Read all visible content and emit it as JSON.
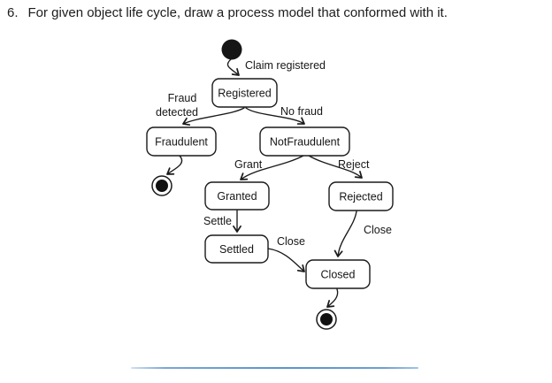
{
  "title": {
    "number": "6.",
    "text": "For given object life cycle, draw a process model that conformed with it."
  },
  "diagram": {
    "type": "uml-state-machine",
    "states": {
      "registered": "Registered",
      "fraudulent": "Fraudulent",
      "not_fraudulent": "NotFraudulent",
      "granted": "Granted",
      "rejected": "Rejected",
      "settled": "Settled",
      "closed": "Closed"
    },
    "labels": {
      "claim_registered": "Claim registered",
      "fraud_detected_line1": "Fraud",
      "fraud_detected_line2": "detected",
      "no_fraud": "No fraud",
      "grant": "Grant",
      "reject": "Reject",
      "settle": "Settle",
      "close_from_settled": "Close",
      "close_from_rejected": "Close"
    },
    "colors": {
      "stroke": "#1a1a1a",
      "state_fill": "#ffffff",
      "rule_blue": "#5b9bd5"
    }
  }
}
